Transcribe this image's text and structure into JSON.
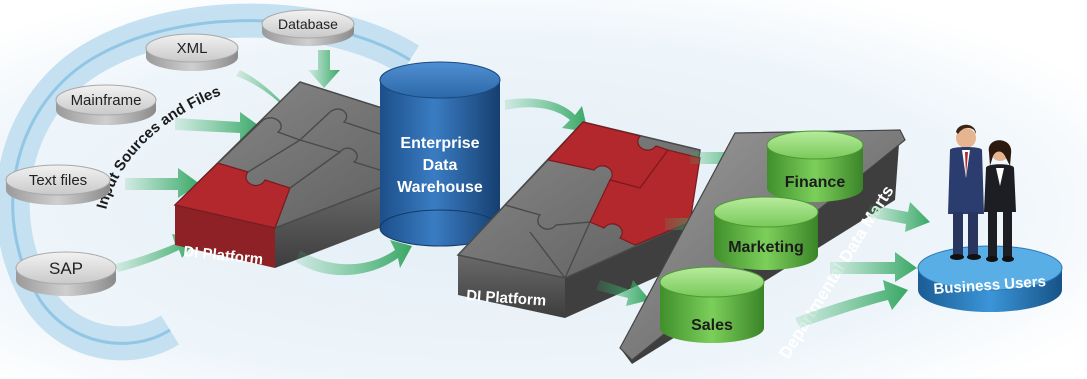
{
  "sources": {
    "arc_label": "Input Sources and Files",
    "items": [
      {
        "label": "Database"
      },
      {
        "label": "XML"
      },
      {
        "label": "Mainframe"
      },
      {
        "label": "Text files"
      },
      {
        "label": "SAP"
      }
    ]
  },
  "platform_left": {
    "label": "DI Platform"
  },
  "warehouse": {
    "line1": "Enterprise",
    "line2": "Data",
    "line3": "Warehouse"
  },
  "platform_right": {
    "label": "DI Platform"
  },
  "data_marts": {
    "title": "Departmental Data Marts",
    "items": [
      {
        "label": "Finance"
      },
      {
        "label": "Marketing"
      },
      {
        "label": "Sales"
      }
    ]
  },
  "users": {
    "label": "Business Users"
  },
  "colors": {
    "source_disk": "#d6d6d6",
    "platform": "#6b6b6b",
    "puzzle_highlight": "#b3282d",
    "warehouse": "#2a66a8",
    "mart": "#6cc24a",
    "users_base": "#2b7fc2",
    "flow_arrow": "#3db36b",
    "halo": "#cfe6f3"
  }
}
